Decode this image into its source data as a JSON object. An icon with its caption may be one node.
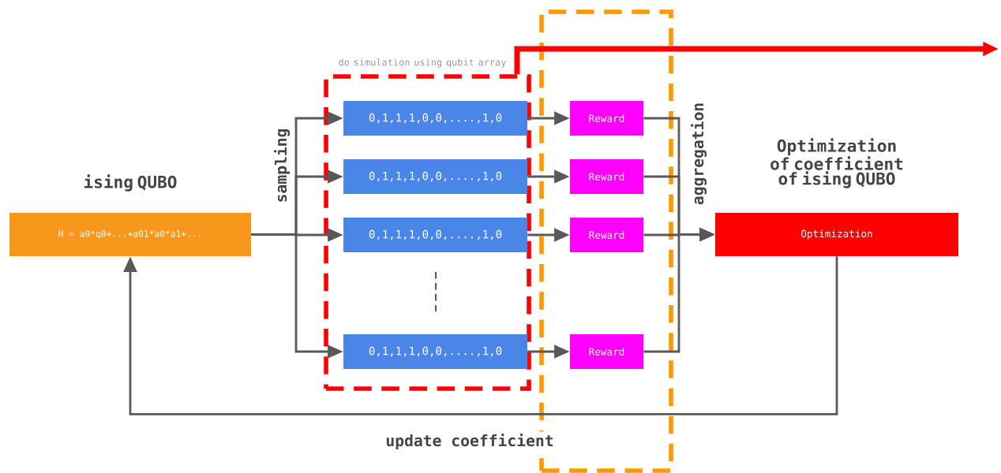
{
  "diagram": {
    "nodes": [
      {
        "text": [
          "ising QUBO",
          "H = a0*q0+...+a01*a0*a1+..."
        ]
      },
      {
        "text": [
          "do simulation using qubit array"
        ]
      },
      {
        "text": [
          "0,1,1,1,0,0,....,1,0"
        ],
        "in": 1
      },
      {
        "text": [
          "0,1,1,1,0,0,....,1,0"
        ],
        "in": 1
      },
      {
        "text": [
          "0,1,1,1,0,0,....,1,0"
        ],
        "in": 1
      },
      {
        "text": [
          "0,1,1,1,0,0,....,1,0"
        ],
        "in": 1
      },
      {
        "text": [],
        "shape": "box"
      },
      {
        "text": [
          "Reward"
        ],
        "in": 6
      },
      {
        "text": [
          "Reward"
        ],
        "in": 6
      },
      {
        "text": [
          "Reward"
        ],
        "in": 6
      },
      {
        "text": [
          "Reward"
        ],
        "in": 6
      },
      {
        "text": [
          "Optimization of coefficient of ising QUBO",
          "Optimization"
        ]
      }
    ],
    "edges": [
      {
        "from": 0,
        "to": 2,
        "arrow": "to"
      },
      {
        "from": 0,
        "to": 3,
        "arrow": "to"
      },
      {
        "from": 0,
        "to": 4,
        "arrow": "to"
      },
      {
        "from": 0,
        "to": 5,
        "arrow": "to"
      },
      {
        "from": 2,
        "to": 7,
        "arrow": "to"
      },
      {
        "from": 3,
        "to": 8,
        "arrow": "to"
      },
      {
        "from": 4,
        "to": 9,
        "arrow": "to"
      },
      {
        "from": 5,
        "to": 10,
        "arrow": "to"
      },
      {
        "from": 7,
        "to": 11,
        "arrow": "to"
      },
      {
        "from": 8,
        "to": 11,
        "arrow": "to"
      },
      {
        "from": 9,
        "to": 11,
        "arrow": "to"
      },
      {
        "from": 10,
        "to": 11,
        "arrow": "to"
      },
      {
        "from": 11,
        "to": 0,
        "arrow": "to",
        "label": "update coefficient"
      },
      {
        "from": 1,
        "to": null,
        "arrow": "to",
        "style": "thick",
        "color": "#ff0000"
      }
    ],
    "labels": [
      "sampling",
      "aggregation"
    ]
  }
}
